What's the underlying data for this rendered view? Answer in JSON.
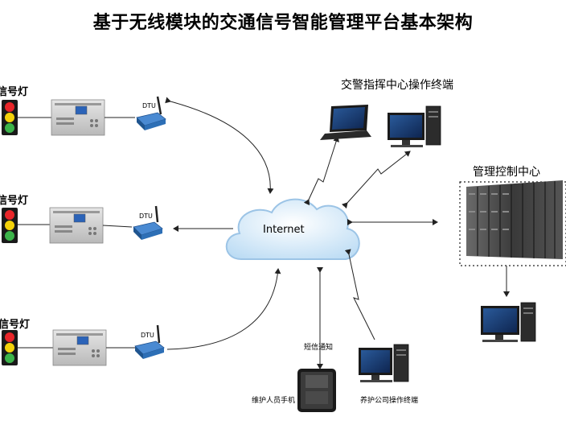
{
  "title": "基于无线模块的交通信号智能管理平台基本架构",
  "traffic_sites": [
    {
      "label": "信号灯",
      "dtu_label": "DTU"
    },
    {
      "label": "信号灯",
      "dtu_label": "DTU"
    },
    {
      "label": "信号灯",
      "dtu_label": "DTU"
    }
  ],
  "internet_label": "Internet",
  "command_center_terminal_label": "交警指挥中心操作终端",
  "management_center_label": "管理控制中心",
  "sms_label": "短信通知",
  "maintenance_phone_label": "维护人员手机",
  "maintenance_company_terminal_label": "养护公司操作终端",
  "colors": {
    "cloud_fill": "#cfe6f8",
    "cloud_stroke": "#9cc4e6",
    "light_red": "#e8262a",
    "light_yellow": "#f4d20a",
    "light_green": "#3cb44a",
    "dtu_blue": "#2d6fb6",
    "server_dark": "#3a3a3a"
  },
  "icons": [
    "traffic-light-icon",
    "signal-controller-icon",
    "dtu-modem-icon",
    "cloud-icon",
    "laptop-icon",
    "desktop-computer-icon",
    "server-rack-icon",
    "mobile-phone-icon"
  ]
}
